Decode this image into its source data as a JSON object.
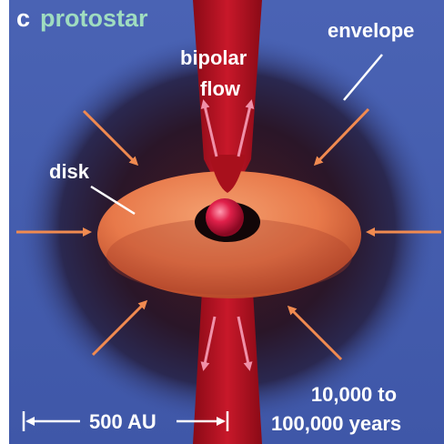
{
  "panel": {
    "letter": "c",
    "stage": "protostar"
  },
  "labels": {
    "bipolar": "bipolar",
    "flow": "flow",
    "envelope": "envelope",
    "disk": "disk",
    "scale": "500 AU",
    "time_line1": "10,000 to",
    "time_line2": "100,000 years"
  },
  "colors": {
    "background_blue": "#3f57a8",
    "envelope_dark": "#2a1628",
    "disk_orange": "#e8794a",
    "jet_red": "#b0101c",
    "star_red": "#d01848",
    "arrow_orange": "#f08a50",
    "arrow_pink": "#f090a8",
    "label_white": "#ffffff",
    "label_green": "#9fdcc0"
  }
}
